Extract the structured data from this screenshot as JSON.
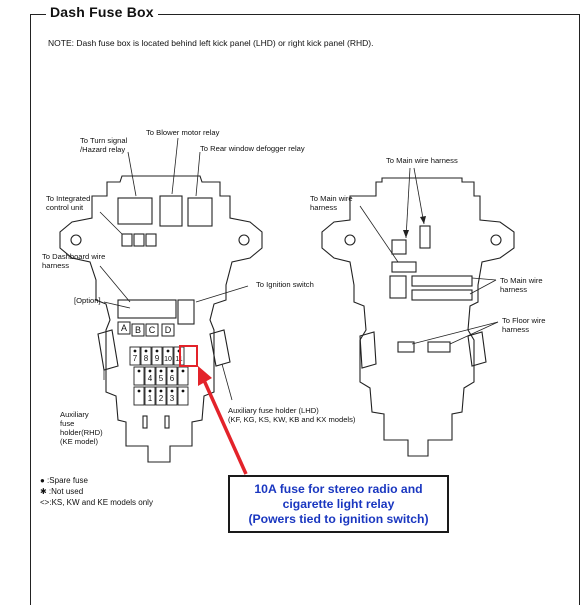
{
  "title": "Dash Fuse Box",
  "note": "NOTE: Dash fuse box is located behind left kick panel (LHD) or right kick panel (RHD).",
  "left_labels": {
    "turn_signal": [
      "To Turn signal",
      "/Hazard relay"
    ],
    "blower": "To Blower motor relay",
    "rear_window": "To Rear window defogger relay",
    "integrated": [
      "To Integrated",
      "control unit"
    ],
    "dashboard": [
      "To Dashboard wire",
      "harness"
    ],
    "ignition": "To Ignition switch",
    "option": "[Option]",
    "aux_rhd": [
      "Auxiliary",
      "fuse",
      "holder(RHD)",
      "(KE model)"
    ],
    "aux_lhd": [
      "Auxiliary fuse holder (LHD)",
      "(KF, KG, KS, KW, KB and KX models)"
    ]
  },
  "connectors": [
    "A",
    "B",
    "C",
    "D"
  ],
  "fuse_rows": [
    [
      "7",
      "8",
      "9",
      "10",
      "11"
    ],
    [
      "",
      "4",
      "5",
      "6",
      ""
    ],
    [
      "",
      "1",
      "2",
      "3",
      ""
    ]
  ],
  "right_labels": {
    "main1": "To Main wire harness",
    "main2": [
      "To Main wire",
      "harness"
    ],
    "main3": [
      "To Main wire",
      "harness"
    ],
    "floor": [
      "To Floor wire",
      "harness"
    ]
  },
  "legend": {
    "spare": "● :Spare fuse",
    "not_used": "✱ :Not used",
    "models": "<>:KS, KW and KE models only"
  },
  "callout": [
    "10A fuse for stereo radio and",
    "cigarette light relay",
    "(Powers tied to ignition switch)"
  ],
  "colors": {
    "accent_red": "#e3232a",
    "callout_blue": "#1a37c0"
  }
}
